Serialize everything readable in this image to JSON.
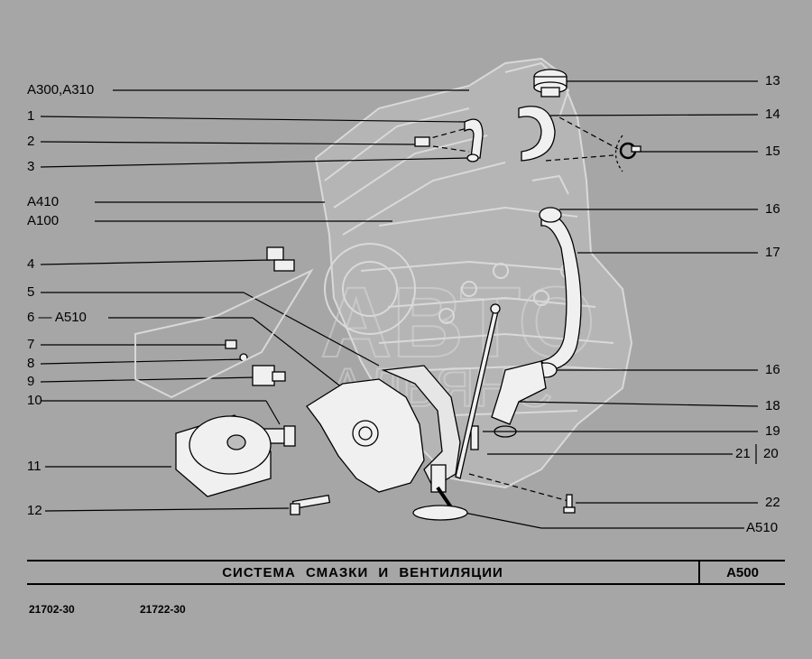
{
  "callouts_left": [
    {
      "id": "a300",
      "text": "A300,A310"
    },
    {
      "id": "n1",
      "text": "1"
    },
    {
      "id": "n2",
      "text": "2"
    },
    {
      "id": "n3",
      "text": "3"
    },
    {
      "id": "a410",
      "text": "A410"
    },
    {
      "id": "a100",
      "text": "A100"
    },
    {
      "id": "n4",
      "text": "4"
    },
    {
      "id": "n5",
      "text": "5"
    },
    {
      "id": "n6",
      "text": "6 — A510"
    },
    {
      "id": "n7",
      "text": "7"
    },
    {
      "id": "n8",
      "text": "8"
    },
    {
      "id": "n9",
      "text": "9"
    },
    {
      "id": "n10",
      "text": "10"
    },
    {
      "id": "n11",
      "text": "11"
    },
    {
      "id": "n12",
      "text": "12"
    }
  ],
  "callouts_right": [
    {
      "id": "n13",
      "text": "13"
    },
    {
      "id": "n14",
      "text": "14"
    },
    {
      "id": "n15",
      "text": "15"
    },
    {
      "id": "n16a",
      "text": "16"
    },
    {
      "id": "n17",
      "text": "17"
    },
    {
      "id": "n16b",
      "text": "16"
    },
    {
      "id": "n18",
      "text": "18"
    },
    {
      "id": "n19",
      "text": "19"
    },
    {
      "id": "n21",
      "text": "21"
    },
    {
      "id": "n20",
      "text": "20"
    },
    {
      "id": "n22",
      "text": "22"
    },
    {
      "id": "a510b",
      "text": "A510"
    }
  ],
  "title": "СИСТЕМА СМАЗКИ И ВЕНТИЛЯЦИИ",
  "section_code": "A500",
  "model_codes": [
    "21702-30",
    "21722-30"
  ],
  "watermark": "АВТО АЛЬЯНС",
  "colors": {
    "background": "#a6a6a6",
    "line": "#000000",
    "engine_fill": "#bdbdbd",
    "engine_stroke": "#d8d8d8",
    "part_fill": "#f2f2f2"
  }
}
